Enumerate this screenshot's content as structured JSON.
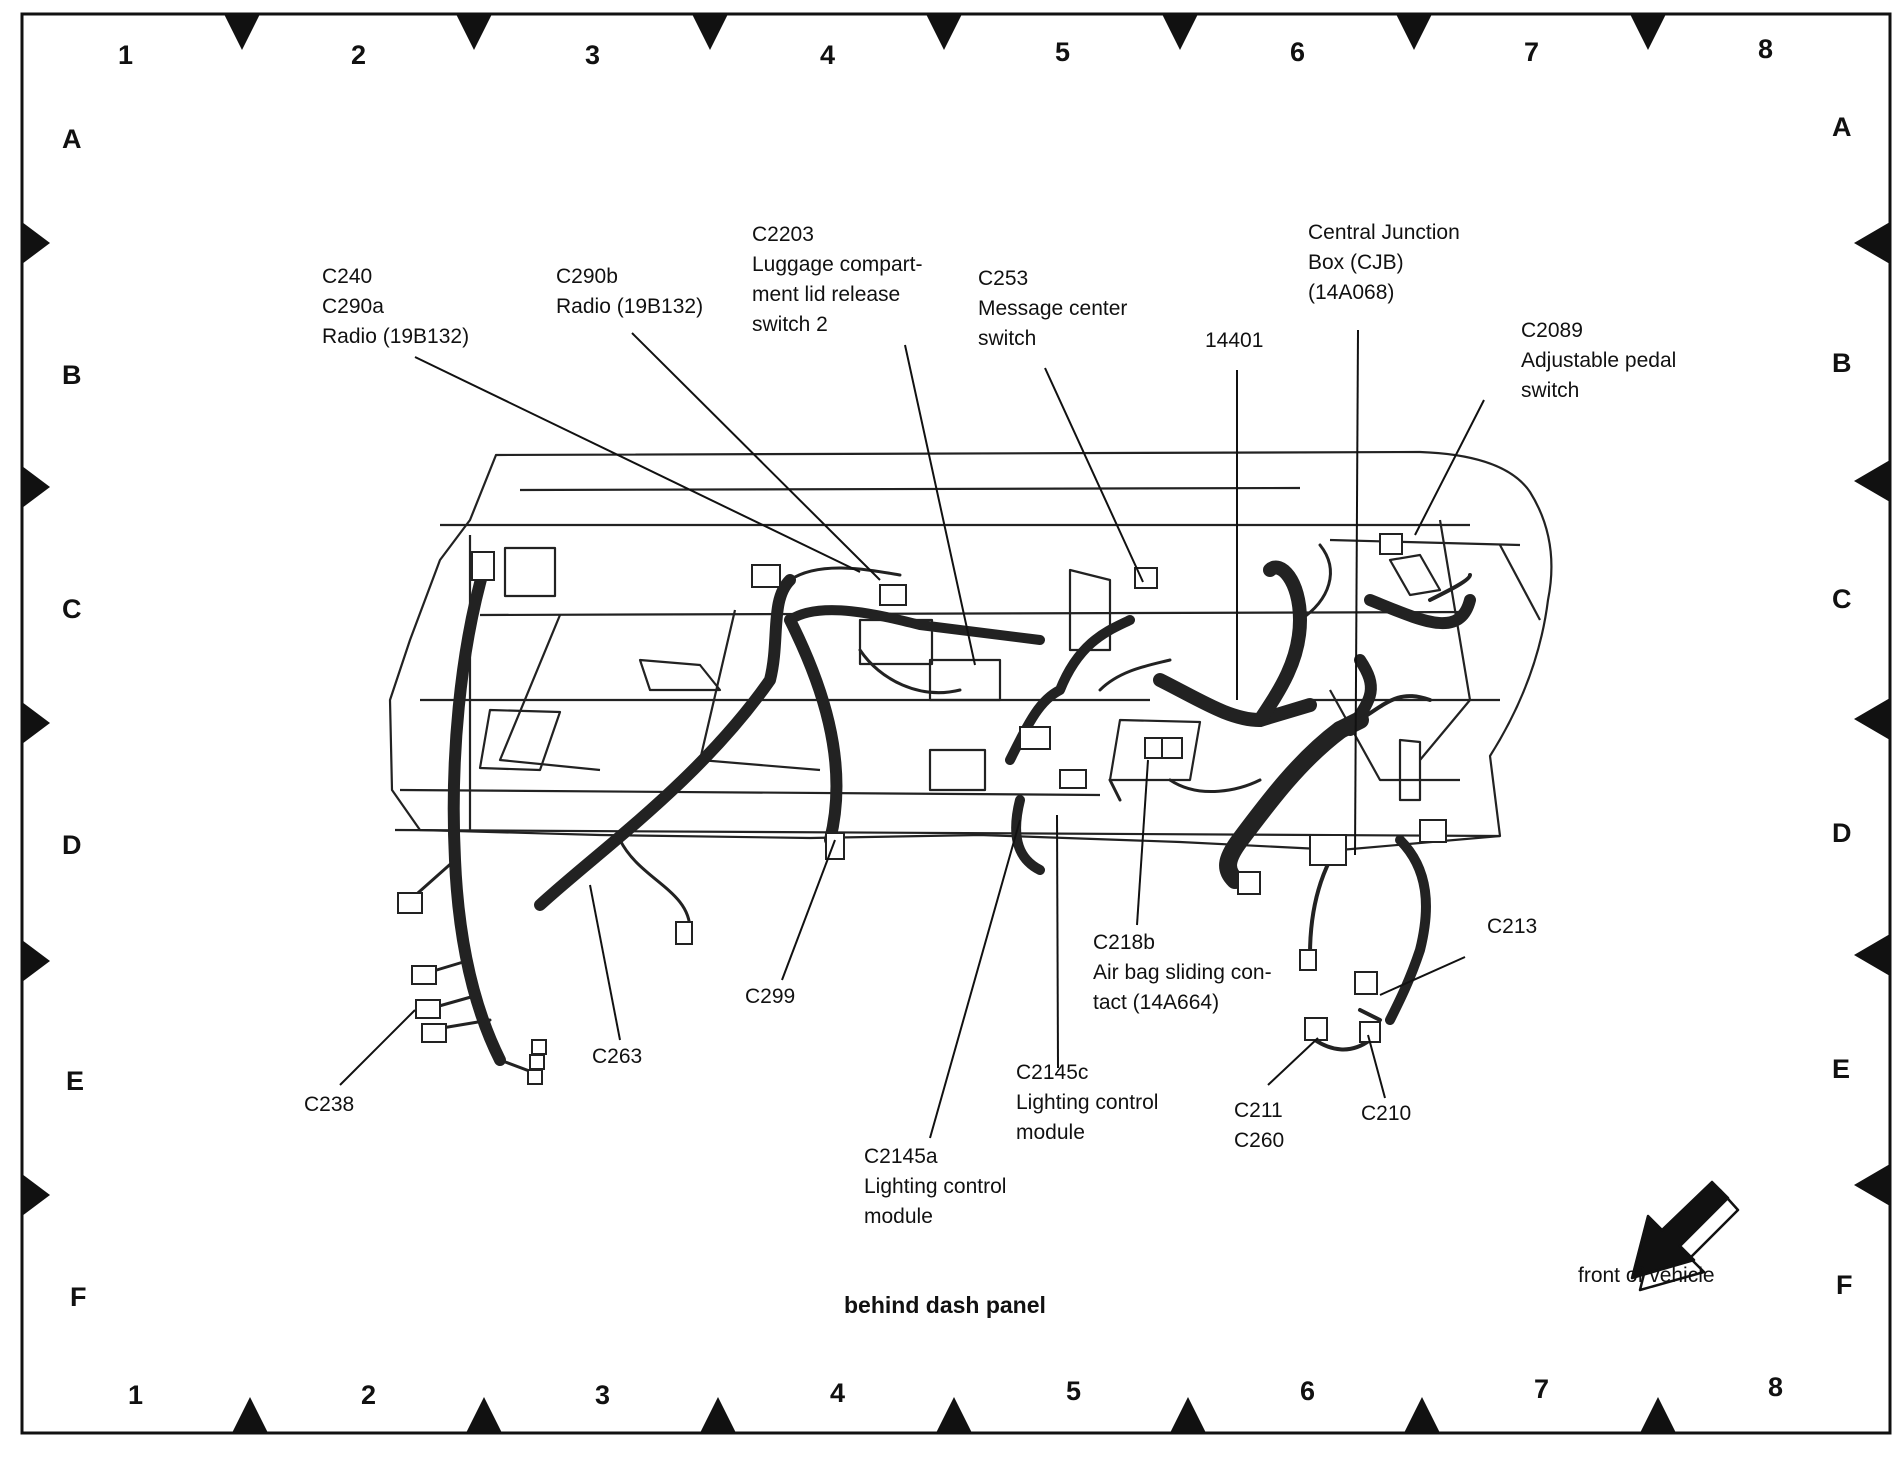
{
  "grid": {
    "columns": [
      "1",
      "2",
      "3",
      "4",
      "5",
      "6",
      "7",
      "8"
    ],
    "rows": [
      "A",
      "B",
      "C",
      "D",
      "E",
      "F"
    ]
  },
  "callouts": {
    "c240": [
      "C240",
      "C290a",
      "Radio (19B132)"
    ],
    "c290b": [
      "C290b",
      "Radio (19B132)"
    ],
    "c2203": [
      "C2203",
      "Luggage compart-",
      "ment lid release",
      "switch 2"
    ],
    "c253": [
      "C253",
      "Message center",
      "switch"
    ],
    "n14401": [
      "14401"
    ],
    "cjb": [
      "Central Junction",
      "Box (CJB)",
      "(14A068)"
    ],
    "c2089": [
      "C2089",
      "Adjustable pedal",
      "switch"
    ],
    "c213": [
      "C213"
    ],
    "c218b": [
      "C218b",
      "Air bag sliding con-",
      "tact (14A664)"
    ],
    "c2145c": [
      "C2145c",
      "Lighting control",
      "module"
    ],
    "c2145a": [
      "C2145a",
      "Lighting control",
      "module"
    ],
    "c211": [
      "C211",
      "C260"
    ],
    "c210": [
      "C210"
    ],
    "c299": [
      "C299"
    ],
    "c263": [
      "C263"
    ],
    "c238": [
      "C238"
    ]
  },
  "caption": "behind dash panel",
  "front_of_vehicle": "front of vehicle"
}
